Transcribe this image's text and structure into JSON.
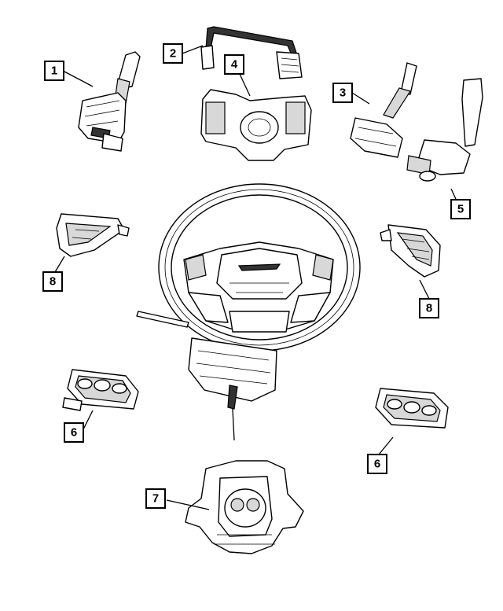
{
  "diagram": {
    "callouts": [
      {
        "id": "c1",
        "label": "1"
      },
      {
        "id": "c2",
        "label": "2"
      },
      {
        "id": "c3",
        "label": "3"
      },
      {
        "id": "c4",
        "label": "4"
      },
      {
        "id": "c5",
        "label": "5"
      },
      {
        "id": "c6a",
        "label": "6"
      },
      {
        "id": "c6b",
        "label": "6"
      },
      {
        "id": "c7",
        "label": "7"
      },
      {
        "id": "c8a",
        "label": "8"
      },
      {
        "id": "c8b",
        "label": "8"
      }
    ]
  }
}
